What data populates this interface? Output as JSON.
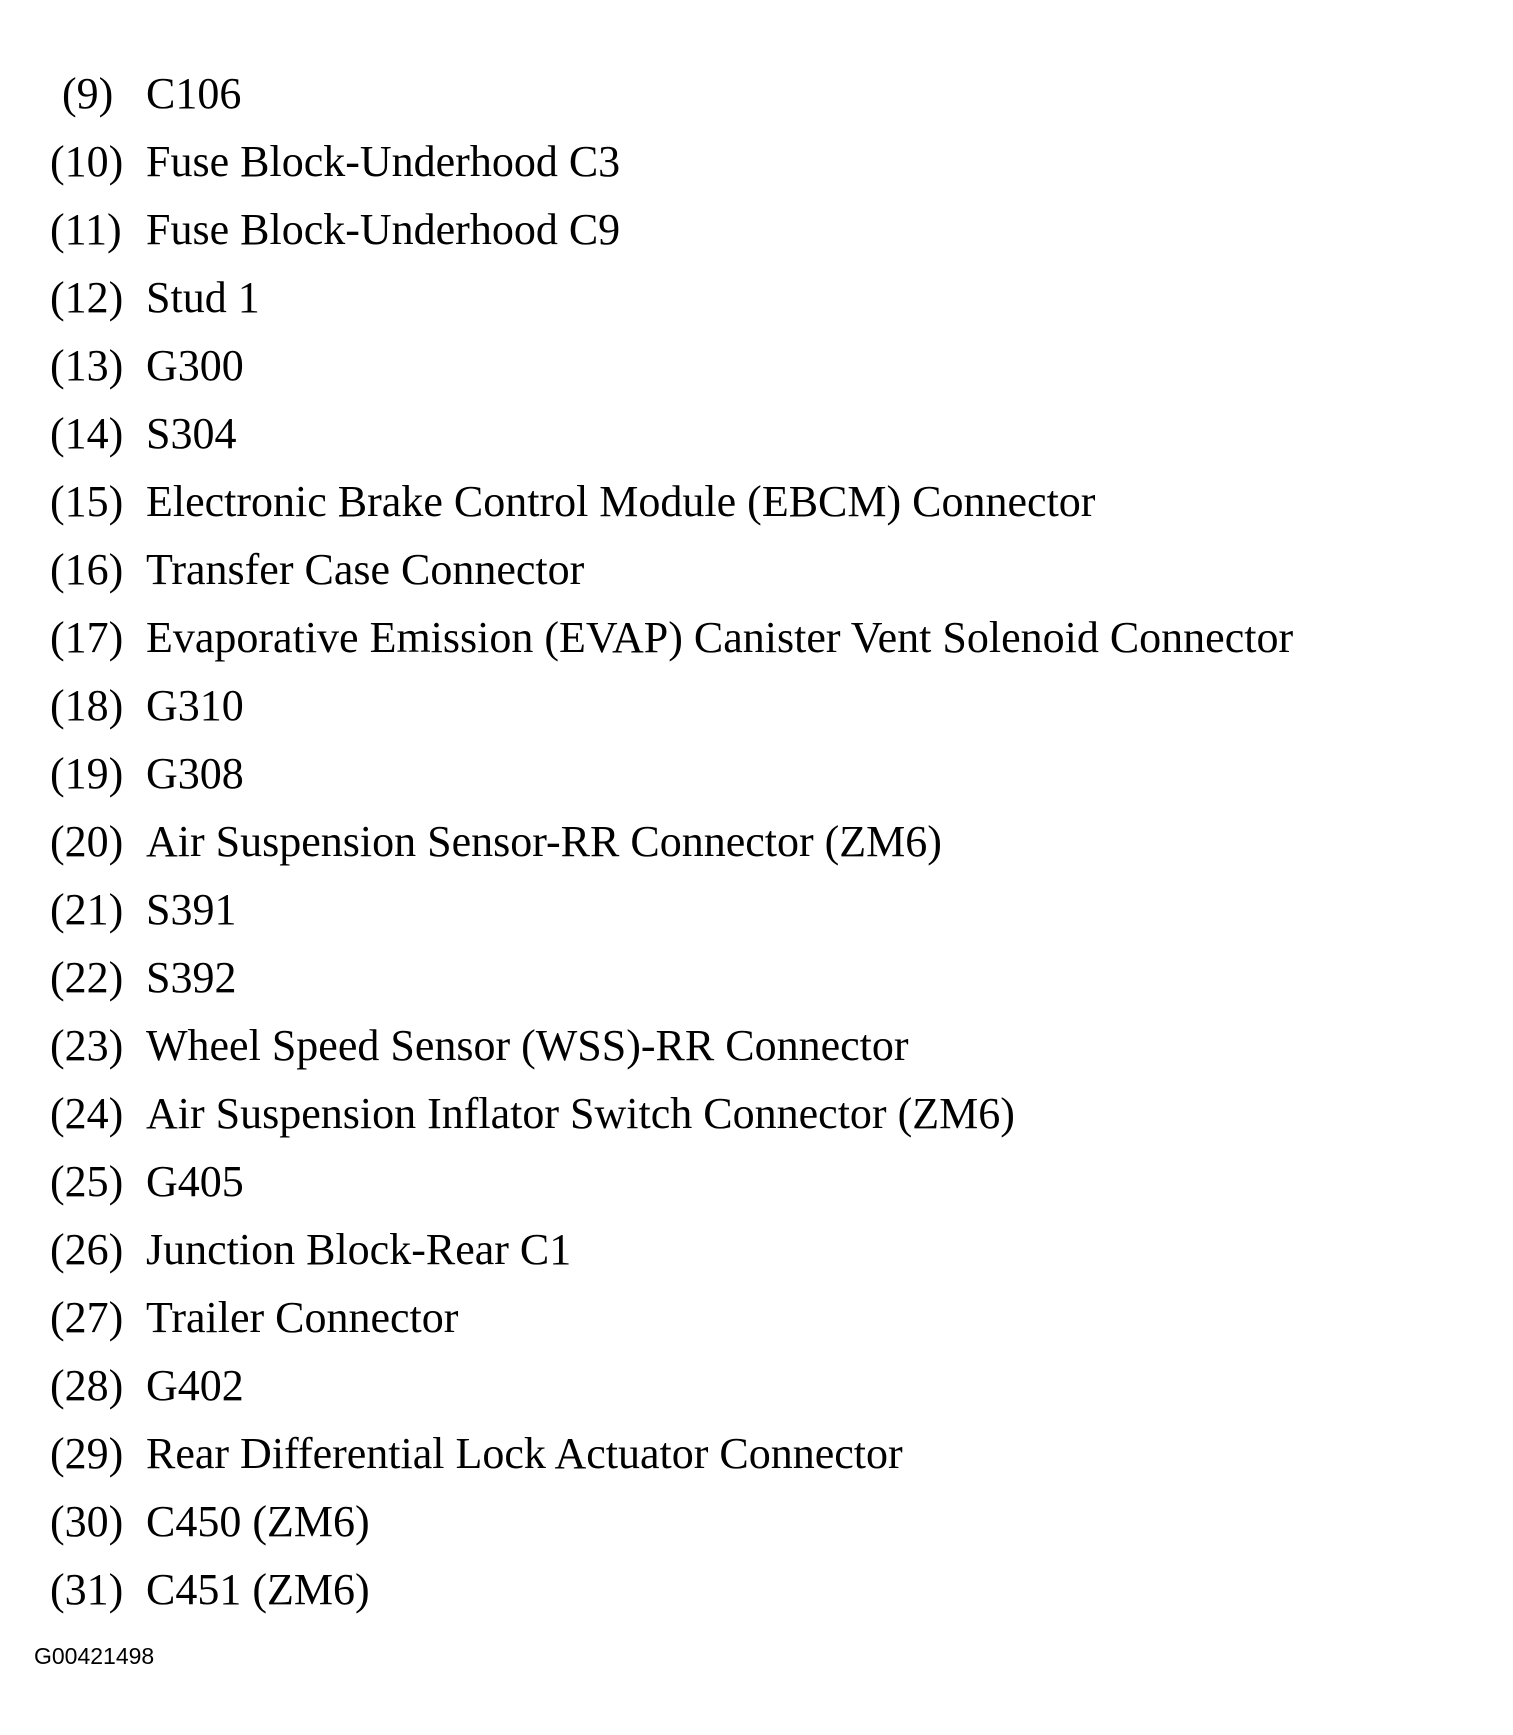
{
  "legend": {
    "items": [
      {
        "num": "(9)",
        "label": "C106"
      },
      {
        "num": "(10)",
        "label": "Fuse Block-Underhood C3"
      },
      {
        "num": "(11)",
        "label": "Fuse Block-Underhood C9"
      },
      {
        "num": "(12)",
        "label": "Stud 1"
      },
      {
        "num": "(13)",
        "label": "G300"
      },
      {
        "num": "(14)",
        "label": "S304"
      },
      {
        "num": "(15)",
        "label": "Electronic Brake Control Module (EBCM) Connector"
      },
      {
        "num": "(16)",
        "label": "Transfer Case Connector"
      },
      {
        "num": "(17)",
        "label": "Evaporative Emission (EVAP) Canister Vent Solenoid Connector"
      },
      {
        "num": "(18)",
        "label": "G310"
      },
      {
        "num": "(19)",
        "label": "G308"
      },
      {
        "num": "(20)",
        "label": "Air Suspension Sensor-RR Connector (ZM6)"
      },
      {
        "num": "(21)",
        "label": "S391"
      },
      {
        "num": "(22)",
        "label": "S392"
      },
      {
        "num": "(23)",
        "label": "Wheel Speed Sensor (WSS)-RR Connector"
      },
      {
        "num": "(24)",
        "label": "Air Suspension Inflator Switch Connector (ZM6)"
      },
      {
        "num": "(25)",
        "label": "G405"
      },
      {
        "num": "(26)",
        "label": "Junction Block-Rear C1"
      },
      {
        "num": "(27)",
        "label": "Trailer Connector"
      },
      {
        "num": "(28)",
        "label": "G402"
      },
      {
        "num": "(29)",
        "label": "Rear Differential Lock Actuator Connector"
      },
      {
        "num": "(30)",
        "label": "C450 (ZM6)"
      },
      {
        "num": "(31)",
        "label": "C451 (ZM6)"
      }
    ]
  },
  "figure_id": "G00421498"
}
